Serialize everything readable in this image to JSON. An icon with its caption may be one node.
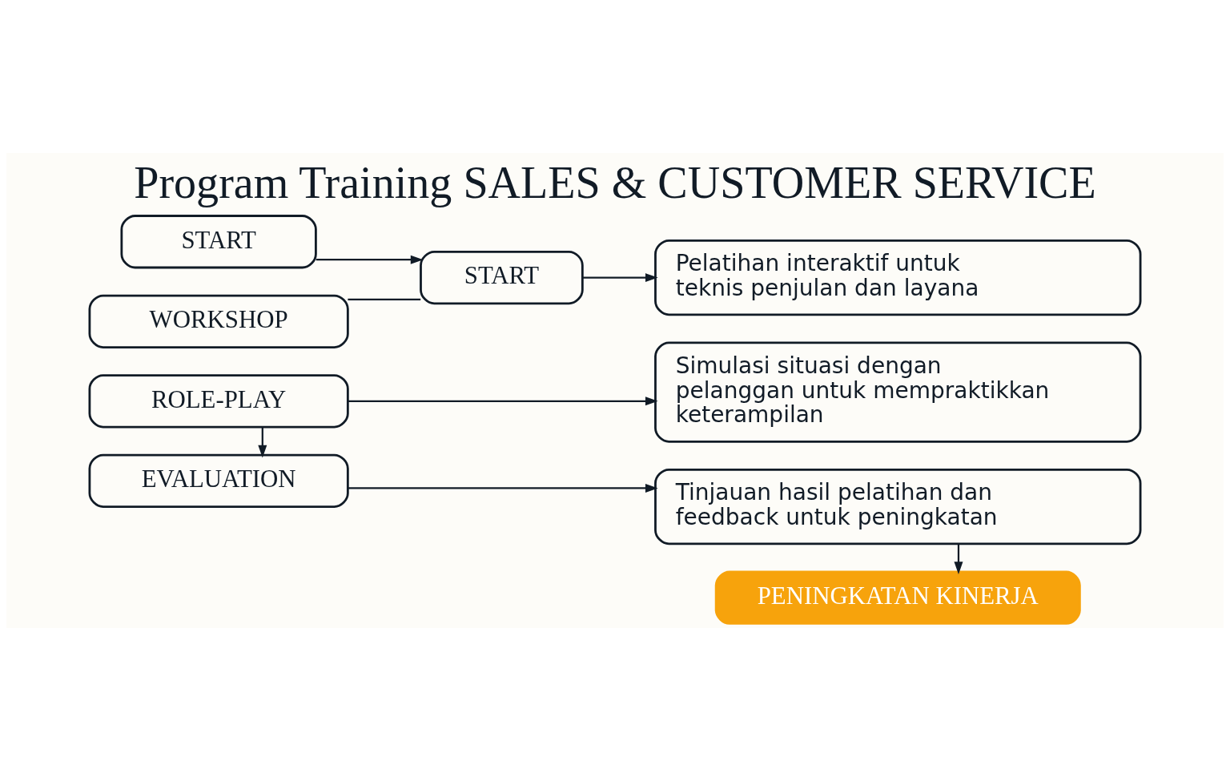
{
  "diagram": {
    "title": "Program Training SALES & CUSTOMER SERVICE",
    "nodes": [
      {
        "text": [
          "START"
        ]
      },
      {
        "text": [
          "START"
        ]
      },
      {
        "text": [
          "Pelatihan interaktif untuk teknis penjulan dan layana"
        ]
      },
      {
        "text": [
          "WORKSHOP"
        ]
      },
      {
        "text": [
          "Simulasi situasi dengan pelanggan untuk mempraktikkan keterampilan"
        ]
      },
      {
        "text": [
          "ROLE-PLAY"
        ]
      },
      {
        "text": [
          "Tinjauan hasil pelatihan dan feedback untuk peningkatan"
        ]
      },
      {
        "text": [
          "EVALUATION"
        ]
      },
      {
        "text": [
          "PENINGKATAN KINERJA"
        ]
      }
    ],
    "edges": [
      {
        "from": 0,
        "to": 1,
        "arrow": "to"
      },
      {
        "from": 1,
        "to": 2,
        "arrow": "to"
      },
      {
        "from": 1,
        "to": 3,
        "arrow": "none"
      },
      {
        "from": 5,
        "to": 4,
        "arrow": "to"
      },
      {
        "from": 5,
        "to": 7,
        "arrow": "to"
      },
      {
        "from": 7,
        "to": 6,
        "arrow": "to"
      },
      {
        "from": 6,
        "to": 8,
        "arrow": "to"
      }
    ]
  }
}
